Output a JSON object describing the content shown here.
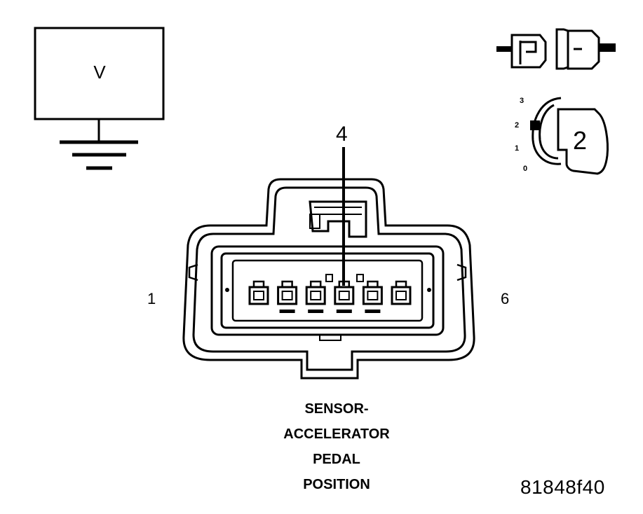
{
  "voltmeter": {
    "symbol": "V"
  },
  "key_switch": {
    "positions": [
      "3",
      "2",
      "1",
      "0"
    ],
    "active_position": "2",
    "label": "2"
  },
  "connector": {
    "pin_start_label": "1",
    "pin_end_label": "6",
    "pin_count": 6,
    "highlighted_pin": "4"
  },
  "caption": {
    "lines": [
      "SENSOR-",
      "ACCELERATOR",
      "PEDAL",
      "POSITION"
    ]
  },
  "figure_id": "81848f40"
}
